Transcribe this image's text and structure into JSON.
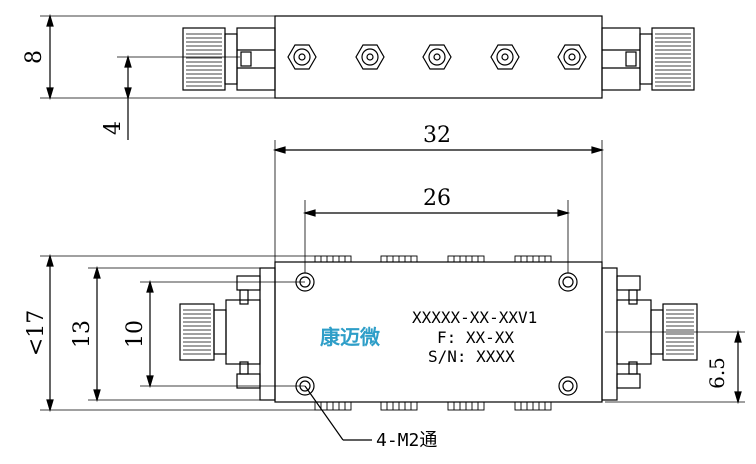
{
  "top_view": {
    "height_dim": "8",
    "offset_dim": "4"
  },
  "front_view": {
    "length_dim": "32",
    "hole_spacing_dim": "26",
    "overall_height_dim": "<17",
    "hole_height_dim": "13",
    "inner_height_dim": "10",
    "connector_offset_dim": "6.5",
    "model_text": "XXXXX-XX-XXV1",
    "freq_text": "F: XX-XX",
    "serial_text": "S/N: XXXX",
    "brand_text": "康迈微",
    "hole_callout": "4-M2通"
  },
  "colors": {
    "line": "#000000",
    "brand": "#2e9ec8"
  }
}
